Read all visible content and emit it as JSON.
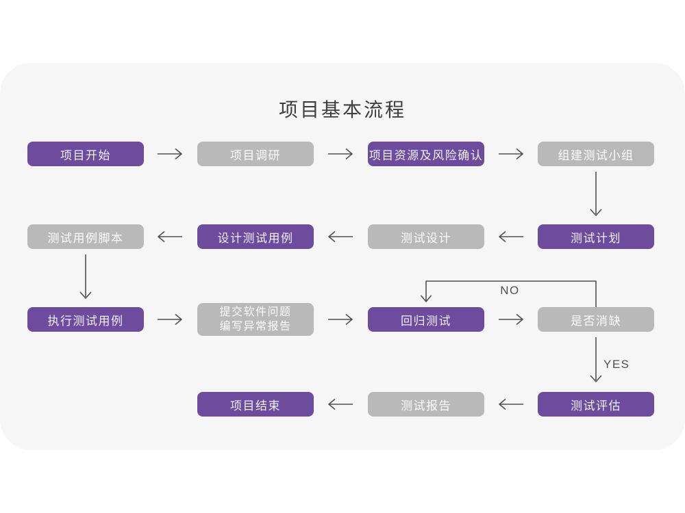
{
  "title": "项目基本流程",
  "colors": {
    "purple": "#6D4B9D",
    "gray": "#B9B9B9",
    "card_bg": "#F6F6F6",
    "arrow": "#4F4F4F",
    "title_text": "#3E3E3E"
  },
  "labels": {
    "no": "NO",
    "yes": "YES"
  },
  "nodes": {
    "start": {
      "label": "项目开始"
    },
    "research": {
      "label": "项目调研"
    },
    "risk": {
      "label": "项目资源及风险确认"
    },
    "team": {
      "label": "组建测试小组"
    },
    "case_script": {
      "label": "测试用例脚本"
    },
    "case_design": {
      "label": "设计测试用例"
    },
    "design": {
      "label": "测试设计"
    },
    "plan": {
      "label": "测试计划"
    },
    "execute": {
      "label": "执行测试用例"
    },
    "report_issue": {
      "label_line1": "提交软件问题",
      "label_line2": "编写异常报告"
    },
    "regression": {
      "label": "回归测试"
    },
    "defect_check": {
      "label": "是否消缺"
    },
    "end": {
      "label": "项目结束"
    },
    "test_report": {
      "label": "测试报告"
    },
    "evaluate": {
      "label": "测试评估"
    }
  },
  "edges": [
    {
      "from": "start",
      "to": "research"
    },
    {
      "from": "research",
      "to": "risk"
    },
    {
      "from": "risk",
      "to": "team"
    },
    {
      "from": "team",
      "to": "plan"
    },
    {
      "from": "plan",
      "to": "design"
    },
    {
      "from": "design",
      "to": "case_design"
    },
    {
      "from": "case_design",
      "to": "case_script"
    },
    {
      "from": "case_script",
      "to": "execute"
    },
    {
      "from": "execute",
      "to": "report_issue"
    },
    {
      "from": "report_issue",
      "to": "regression"
    },
    {
      "from": "regression",
      "to": "defect_check"
    },
    {
      "from": "defect_check",
      "to": "regression",
      "label": "NO"
    },
    {
      "from": "defect_check",
      "to": "evaluate",
      "label": "YES"
    },
    {
      "from": "evaluate",
      "to": "test_report"
    },
    {
      "from": "test_report",
      "to": "end"
    }
  ]
}
